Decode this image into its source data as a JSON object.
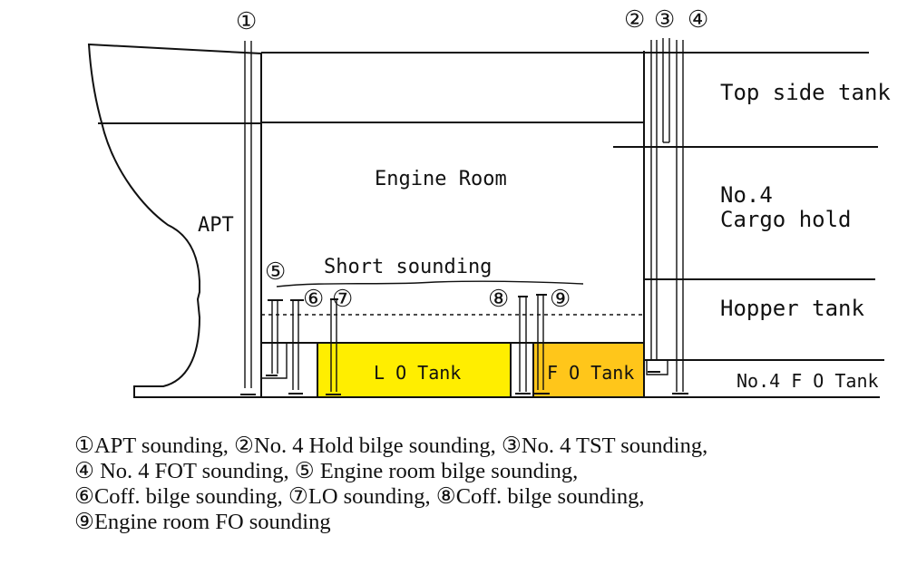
{
  "colors": {
    "apt": "#9ed9e9",
    "lo_tank": "#ffee00",
    "fo_tank": "#ffc61a",
    "line": "#111111"
  },
  "markers": {
    "m1": "①",
    "m2": "②",
    "m3": "③",
    "m4": "④",
    "m5": "⑤",
    "m6": "⑥",
    "m7": "⑦",
    "m8": "⑧",
    "m9": "⑨"
  },
  "compartments": {
    "apt": "APT",
    "engine_room": "Engine Room",
    "short_sounding": "Short sounding",
    "lo_tank": "L O Tank",
    "fo_tank": "F O Tank",
    "top_side_tank": "Top side tank",
    "cargo_hold_line1": "No.4",
    "cargo_hold_line2": "Cargo hold",
    "hopper_tank": "Hopper tank",
    "no4_fo_tank": "No.4 F O Tank"
  },
  "legend": {
    "rows": [
      [
        {
          "marker": "①",
          "text": "APT sounding,"
        },
        {
          "marker": "②",
          "text": "No. 4 Hold bilge sounding,"
        },
        {
          "marker": "③",
          "text": "No. 4 TST sounding,"
        }
      ],
      [
        {
          "marker": "④",
          "text": " No. 4 FOT sounding,"
        },
        {
          "marker": "⑤",
          "text": " Engine room bilge sounding,"
        }
      ],
      [
        {
          "marker": "⑥",
          "text": "Coff. bilge sounding,"
        },
        {
          "marker": "⑦",
          "text": "LO sounding,"
        },
        {
          "marker": "⑧",
          "text": "Coff. bilge sounding,"
        }
      ],
      [
        {
          "marker": "⑨",
          "text": "Engine room FO sounding"
        }
      ]
    ]
  }
}
